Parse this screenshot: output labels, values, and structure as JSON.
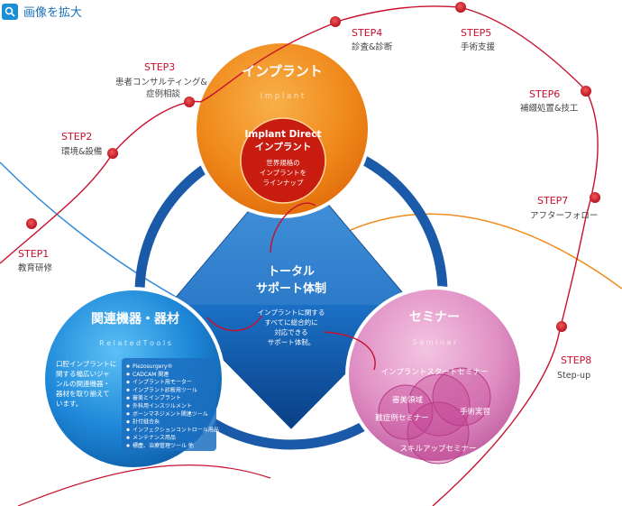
{
  "toolbar": {
    "zoom_label": "画像を拡大",
    "icon": "search-icon"
  },
  "steps": [
    {
      "label": "STEP1",
      "desc": [
        "教育研修"
      ]
    },
    {
      "label": "STEP2",
      "desc": [
        "環境&設備"
      ]
    },
    {
      "label": "STEP3",
      "desc": [
        "患者コンサルティング&",
        "症例相談"
      ]
    },
    {
      "label": "STEP4",
      "desc": [
        "診査&診断"
      ]
    },
    {
      "label": "STEP5",
      "desc": [
        "手術支援"
      ]
    },
    {
      "label": "STEP6",
      "desc": [
        "補綴処置&技工"
      ]
    },
    {
      "label": "STEP7",
      "desc": [
        "アフターフォロー"
      ]
    },
    {
      "label": "STEP8",
      "desc": [
        "Step-up"
      ]
    }
  ],
  "implant": {
    "title": "インプラント",
    "subtitle": "I m p l a n t",
    "brand_line1": "Implant Direct",
    "brand_line2": "インプラント",
    "tagline": [
      "世界規格の",
      "インプラントを",
      "ラインナップ"
    ]
  },
  "center": {
    "title": [
      "トータル",
      "サポート体制"
    ],
    "body": [
      "インプラントに関する",
      "すべてに総合的に",
      "対応できる",
      "サポート体制。"
    ]
  },
  "related": {
    "title": "関連機器・器材",
    "subtitle": "R e l a t e d   T o o l s",
    "intro": [
      "口腔インプラントに",
      "関する幅広いジャ",
      "ンルの関連機器・",
      "器材を取り揃えて",
      "います。"
    ],
    "items": [
      "Piezosurgery®",
      "CADCAM 関連",
      "インプラント用モーター",
      "インプラント診断用ツール",
      "審美とインプラント",
      "外科用インスツルメント",
      "ボーンマネジメント関連ツール",
      "針付縫合糸",
      "インフェクションコントロール用品",
      "メンテナンス用品",
      "標塵、治療管理ツール 他"
    ]
  },
  "seminar": {
    "title": "セミナー",
    "subtitle": "S e m i n a r",
    "items": [
      "インプラントスタートセミナー",
      "審美領域",
      "難症例セミナー",
      "手術実習",
      "スキルアップセミナー"
    ]
  },
  "colors": {
    "step_red": "#c8102e",
    "ring_blue": "#1a5aa8",
    "implant_orange": "#f08a1c",
    "related_blue": "#1e88d8",
    "seminar_pink": "#d870b0",
    "center_blue": "#1a6fc4"
  }
}
